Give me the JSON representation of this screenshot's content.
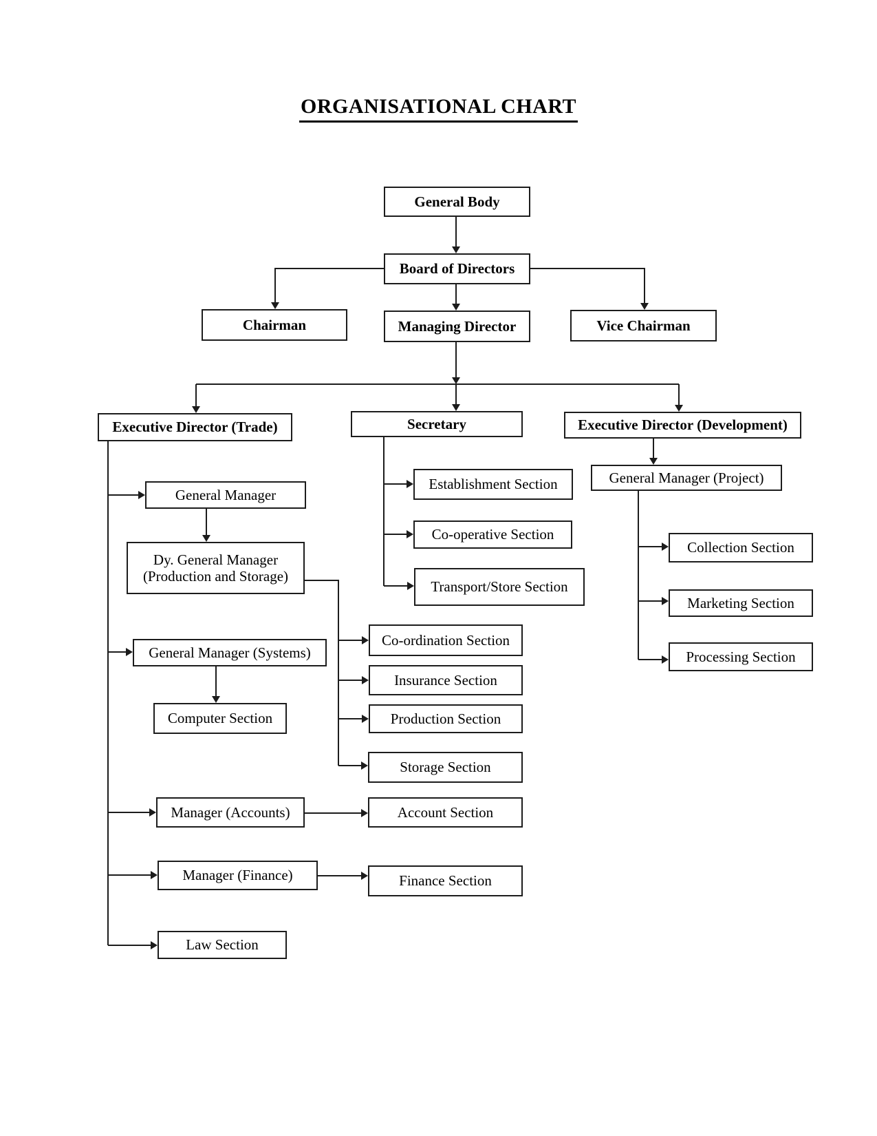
{
  "title": "ORGANISATIONAL CHART",
  "nodes": {
    "general_body": "General Body",
    "board_of_directors": "Board of Directors",
    "chairman": "Chairman",
    "managing_director": "Managing Director",
    "vice_chairman": "Vice Chairman",
    "ed_trade": "Executive Director (Trade)",
    "secretary": "Secretary",
    "ed_development": "Executive Director (Development)",
    "general_manager": "General Manager",
    "dy_general_manager_l1": "Dy. General Manager",
    "dy_general_manager_l2": "(Production and Storage)",
    "gm_systems": "General Manager (Systems)",
    "computer_section": "Computer Section",
    "manager_accounts": "Manager (Accounts)",
    "manager_finance": "Manager (Finance)",
    "law_section": "Law Section",
    "establishment_section": "Establishment Section",
    "cooperative_section": "Co-operative Section",
    "transport_store_section": "Transport/Store Section",
    "coordination_section": "Co-ordination Section",
    "insurance_section": "Insurance Section",
    "production_section": "Production Section",
    "storage_section": "Storage Section",
    "account_section": "Account Section",
    "finance_section": "Finance Section",
    "gm_project": "General Manager (Project)",
    "collection_section": "Collection Section",
    "marketing_section": "Marketing Section",
    "processing_section": "Processing Section"
  },
  "edges": [
    [
      "General Body",
      "Board of Directors"
    ],
    [
      "Board of Directors",
      "Chairman"
    ],
    [
      "Board of Directors",
      "Managing Director"
    ],
    [
      "Board of Directors",
      "Vice Chairman"
    ],
    [
      "Managing Director",
      "Executive Director (Trade)"
    ],
    [
      "Managing Director",
      "Secretary"
    ],
    [
      "Managing Director",
      "Executive Director (Development)"
    ],
    [
      "Executive Director (Trade)",
      "General Manager"
    ],
    [
      "General Manager",
      "Dy. General Manager (Production and Storage)"
    ],
    [
      "Dy. General Manager (Production and Storage)",
      "Co-ordination Section"
    ],
    [
      "Dy. General Manager (Production and Storage)",
      "Insurance Section"
    ],
    [
      "Dy. General Manager (Production and Storage)",
      "Production Section"
    ],
    [
      "Dy. General Manager (Production and Storage)",
      "Storage Section"
    ],
    [
      "Executive Director (Trade)",
      "General Manager (Systems)"
    ],
    [
      "General Manager (Systems)",
      "Computer Section"
    ],
    [
      "Executive Director (Trade)",
      "Manager (Accounts)"
    ],
    [
      "Manager (Accounts)",
      "Account Section"
    ],
    [
      "Executive Director (Trade)",
      "Manager (Finance)"
    ],
    [
      "Manager (Finance)",
      "Finance Section"
    ],
    [
      "Executive Director (Trade)",
      "Law Section"
    ],
    [
      "Secretary",
      "Establishment Section"
    ],
    [
      "Secretary",
      "Co-operative Section"
    ],
    [
      "Secretary",
      "Transport/Store Section"
    ],
    [
      "Executive Director (Development)",
      "General Manager (Project)"
    ],
    [
      "General Manager (Project)",
      "Collection Section"
    ],
    [
      "General Manager (Project)",
      "Marketing Section"
    ],
    [
      "General Manager (Project)",
      "Processing Section"
    ]
  ],
  "colors": {
    "line": "#1c1c1c",
    "box_border": "#1c1c1c",
    "text": "#000000",
    "background": "#ffffff"
  }
}
